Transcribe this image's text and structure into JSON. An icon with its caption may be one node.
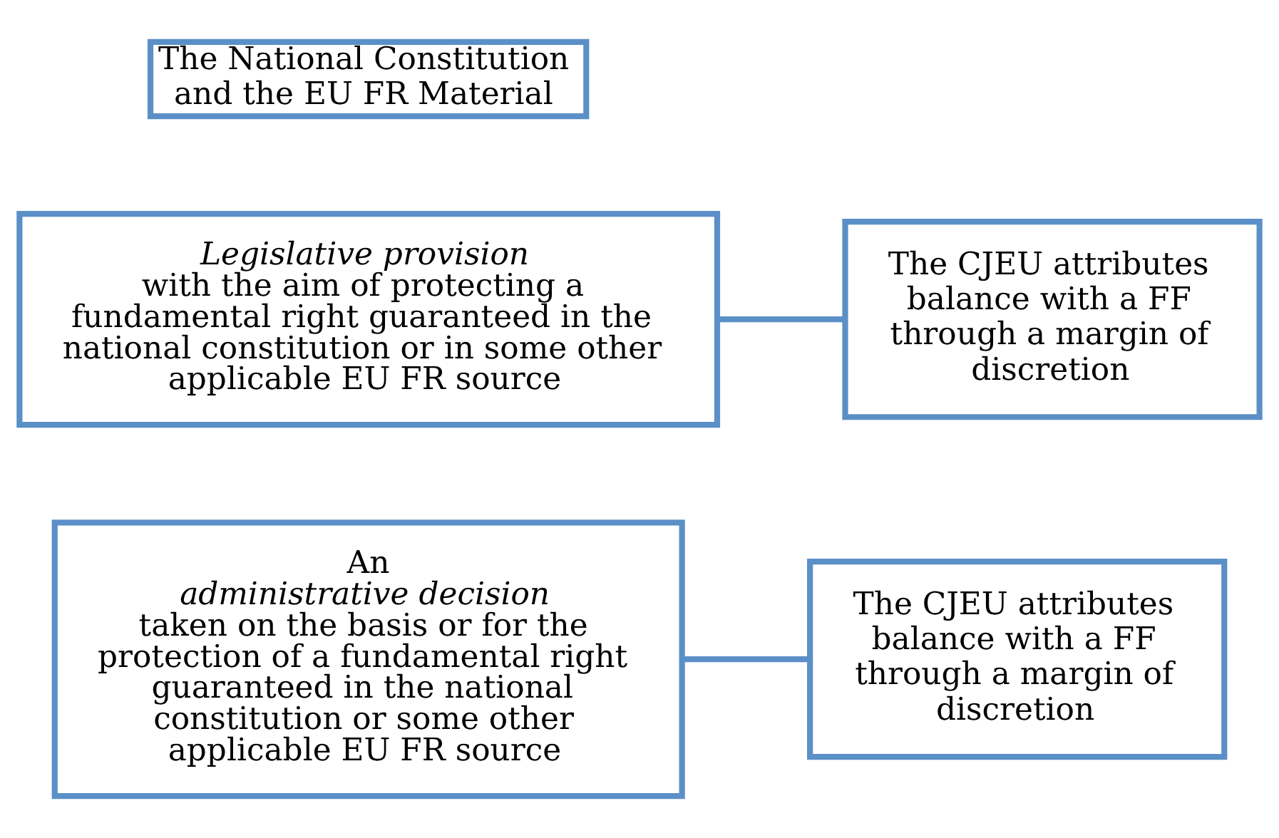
{
  "diagram": {
    "nodes": [
      {
        "text": [
          "The National Constitution and the EU FR Material"
        ]
      },
      {
        "text": [
          "*Legislative provision* with the aim of protecting a fundamental right guaranteed in the national constitution or in some other applicable EU FR source"
        ]
      },
      {
        "text": [
          "The CJEU attributes balance with a FF through a margin of discretion"
        ]
      },
      {
        "text": [
          "An *administrative decision* taken on the basis or for the protection of a fundamental right guaranteed in the national constitution or some other applicable EU FR source"
        ]
      },
      {
        "text": [
          "The CJEU attributes balance with a FF through a margin of discretion"
        ]
      }
    ],
    "edges": [
      {
        "from": 1,
        "to": 2,
        "arrow": "none"
      },
      {
        "from": 3,
        "to": 4,
        "arrow": "none"
      }
    ]
  }
}
